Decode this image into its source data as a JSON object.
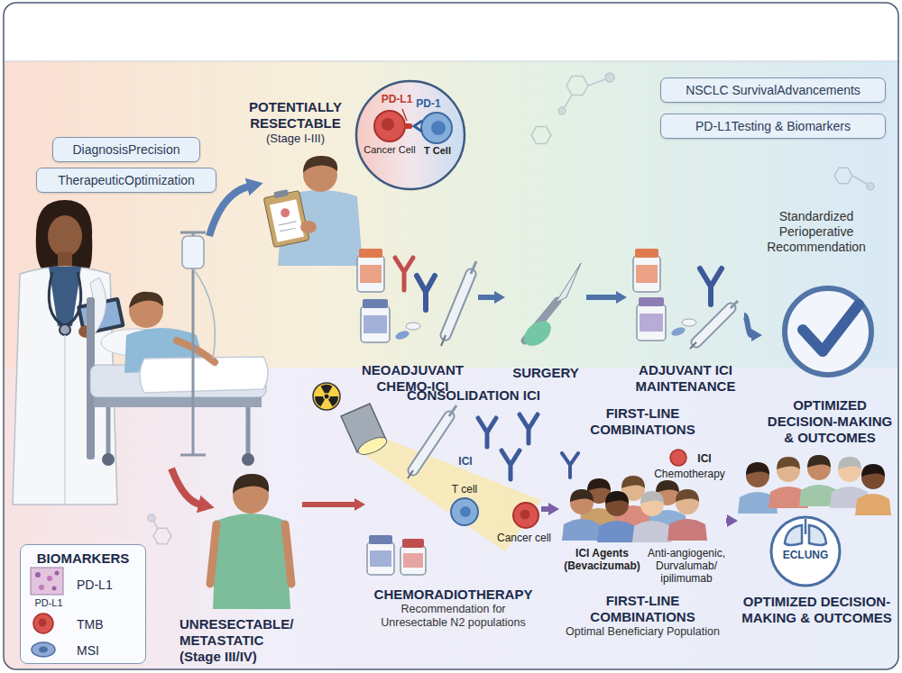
{
  "diagram": {
    "nodes": [
      {
        "text": [
          "DiagnosisPrecision"
        ]
      },
      {
        "text": [
          "TherapeuticOptimization"
        ]
      },
      {
        "text": [
          "NSCLC SurvivalAdvancements"
        ]
      },
      {
        "text": [
          "PD-L1Testing & Biomarkers"
        ]
      },
      {
        "text": [
          "POTENTIALLY RESECTABLE",
          "(Stage I-III)"
        ]
      },
      {
        "text": [
          "NEOADJUVANT CHEMO-ICI"
        ]
      },
      {
        "text": [
          "SURGERY"
        ]
      },
      {
        "text": [
          "ADJUVANT ICI MAINTENANCE"
        ]
      },
      {
        "text": [
          "OPTIMIZED DECISION-MAKING & OUTCOMES"
        ]
      },
      {
        "text": [
          "BIOMARKERS",
          "PD-L1",
          "PD-L1",
          "TMB",
          "MSI"
        ]
      },
      {
        "text": [
          "UNRESECTABLE/ METASTATIC",
          "(Stage III/IV)"
        ]
      },
      {
        "text": [
          "CONSOLIDATION ICI",
          "ICI"
        ]
      },
      {
        "text": [
          "CHEMORADIOTHERAPY",
          "Recommendation for Unresectable N2 populations"
        ]
      },
      {
        "text": [
          "FIRST-LINE COMBINATIONS",
          "ICI",
          "Chemotherapy",
          "ICI Agents (Bevacizumab)",
          "Anti-angiogenic, Durvalumab/ ipilimumab",
          "FIRST-LINE COMBINATIONS",
          "Optimal Beneficiary Population"
        ]
      },
      {
        "text": [
          "OPTIMIZED DECISION-MAKING & OUTCOMES",
          "ECLUNG"
        ]
      }
    ],
    "edges": [
      {
        "from": 5,
        "to": 6,
        "arrow": "to"
      },
      {
        "from": 6,
        "to": 7,
        "arrow": "to"
      },
      {
        "from": 7,
        "to": 8,
        "arrow": "to"
      },
      {
        "from": 10,
        "to": 12,
        "arrow": "to"
      },
      {
        "from": 12,
        "to": 13,
        "arrow": "to"
      },
      {
        "from": 13,
        "to": 14,
        "arrow": "to"
      }
    ],
    "labels": [
      "PD-L1",
      "PD-1",
      "Cancer Cell",
      "T Cell",
      "Standardized Perioperative Recommendation",
      "T cell",
      "Cancer cell"
    ]
  }
}
